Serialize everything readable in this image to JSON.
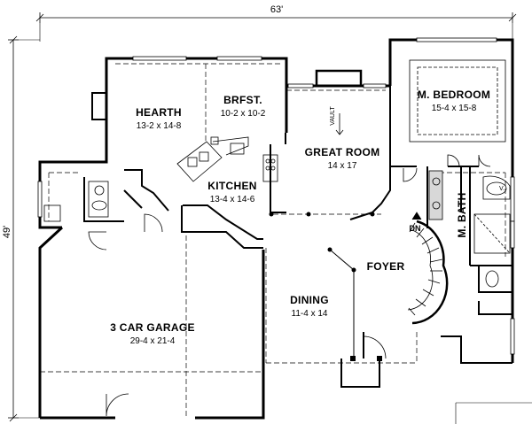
{
  "plan": {
    "overall_width_label": "63'",
    "overall_depth_label": "49'"
  },
  "rooms": {
    "hearth": {
      "name": "HEARTH",
      "dims": "13-2 x 14-8"
    },
    "brfst": {
      "name": "BRFST.",
      "dims": "10-2 x 10-2"
    },
    "great": {
      "name": "GREAT ROOM",
      "dims": "14 x 17",
      "note": "VAULT"
    },
    "mbed": {
      "name": "M. BEDROOM",
      "dims": "15-4 x 15-8"
    },
    "kitchen": {
      "name": "KITCHEN",
      "dims": "13-4 x 14-6"
    },
    "mbath": {
      "name": "M. BATH"
    },
    "foyer": {
      "name": "FOYER"
    },
    "dining": {
      "name": "DINING",
      "dims": "11-4 x 14"
    },
    "garage": {
      "name": "3 CAR GARAGE",
      "dims": "29-4 x 21-4"
    }
  },
  "annotations": {
    "stair_down": "DN",
    "mbath_fixture": "V."
  }
}
